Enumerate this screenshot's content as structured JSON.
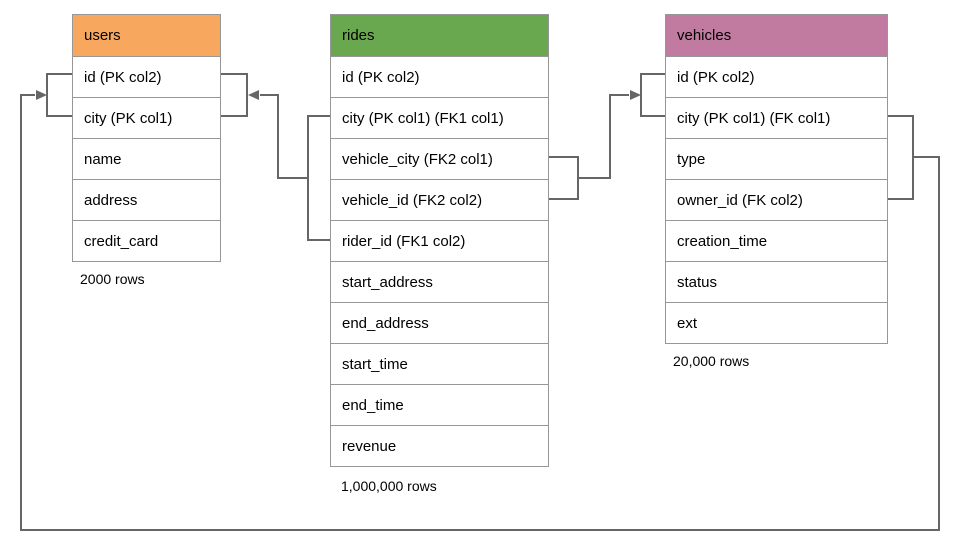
{
  "diagram": {
    "tables": [
      {
        "id": "users",
        "title": "users",
        "header_color": "#F7A85E",
        "columns": [
          "id (PK col2)",
          "city (PK col1)",
          "name",
          "address",
          "credit_card"
        ],
        "row_count": "2000 rows"
      },
      {
        "id": "rides",
        "title": "rides",
        "header_color": "#6AA84F",
        "columns": [
          "id (PK col2)",
          "city (PK col1) (FK1 col1)",
          "vehicle_city (FK2 col1)",
          "vehicle_id (FK2 col2)",
          "rider_id (FK1 col2)",
          "start_address",
          "end_address",
          "start_time",
          "end_time",
          "revenue"
        ],
        "row_count": "1,000,000 rows"
      },
      {
        "id": "vehicles",
        "title": "vehicles",
        "header_color": "#C27BA0",
        "columns": [
          "id (PK col2)",
          "city (PK col1) (FK col1)",
          "type",
          "owner_id (FK col2)",
          "creation_time",
          "status",
          "ext"
        ],
        "row_count": "20,000 rows"
      }
    ],
    "colors": {
      "table_border": "#979797",
      "connector": "#666666"
    }
  }
}
